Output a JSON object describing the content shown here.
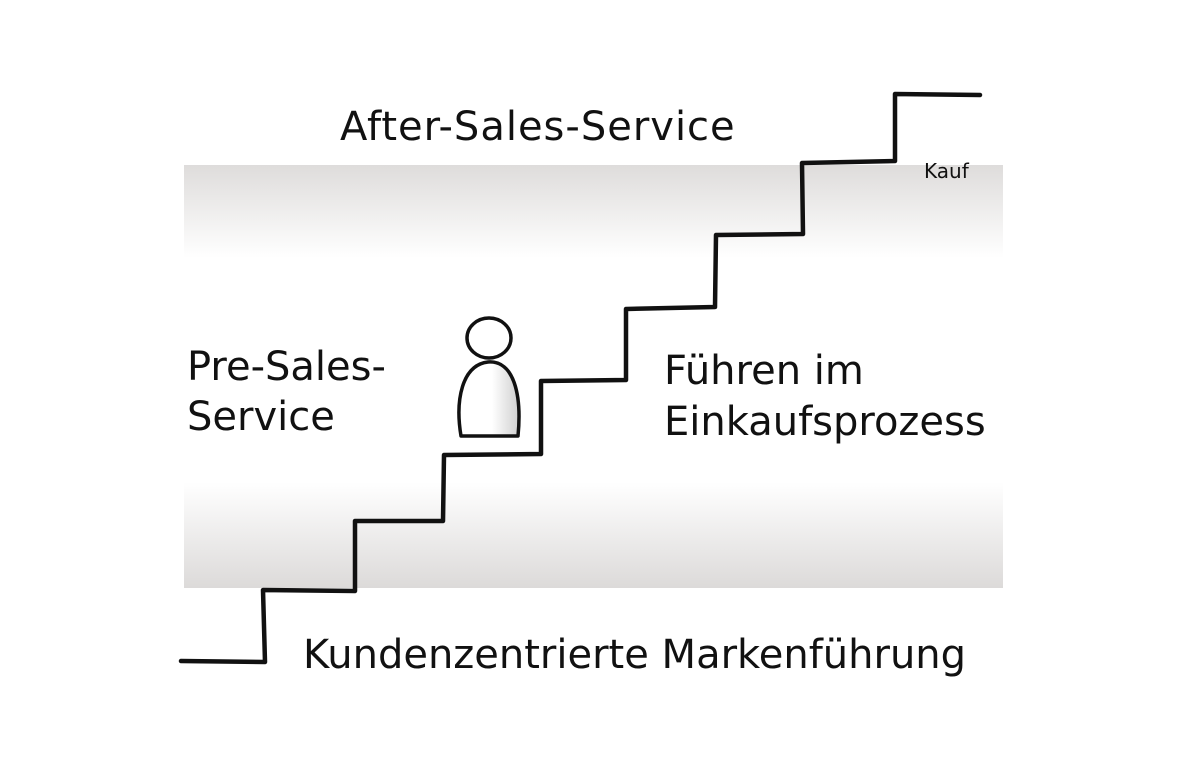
{
  "labels": {
    "after_sales": "After-Sales-Service",
    "purchase": "Kauf",
    "pre_sales_line1": "Pre-Sales-",
    "pre_sales_line2": "Service",
    "guiding_line1": "Führen im",
    "guiding_line2": "Einkaufsprozess",
    "brand_management": "Kundenzentrierte Markenführung"
  },
  "colors": {
    "ink": "#111111",
    "band_edge": "#dedcdb",
    "band_mid": "#ffffff",
    "figure_fill": "#ffffff",
    "figure_shade": "#d8d8d8"
  },
  "icons": {
    "figure": "person-icon"
  }
}
